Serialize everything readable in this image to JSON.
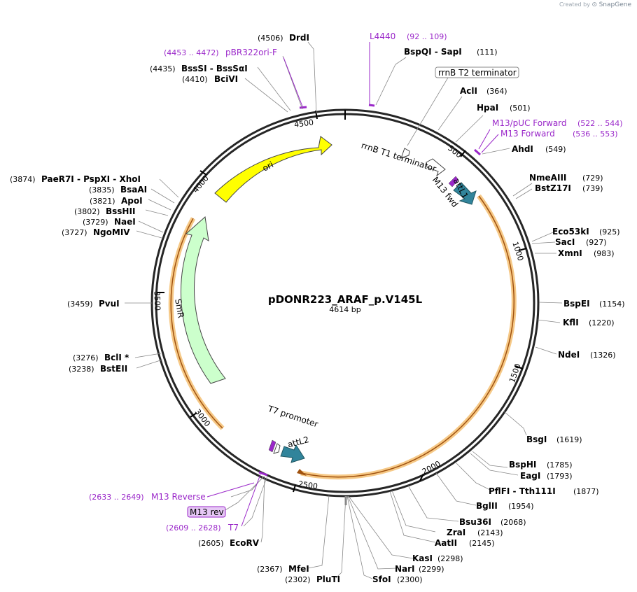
{
  "credit": {
    "prefix": "Created by",
    "brand": "SnapGene"
  },
  "plasmid": {
    "name": "pDONR223_ARAF_p.V145L",
    "length_label": "4614 bp",
    "length": 4614
  },
  "colors": {
    "primer": "#9a27c9",
    "ori": "#ffff00",
    "smr": "#ccffcc",
    "att": "#31849b",
    "orf": "#f6c987",
    "orf_line": "#a0520f",
    "backbone": "#262626"
  },
  "ticks": [
    "500",
    "1000",
    "1500",
    "2000",
    "2500",
    "3000",
    "3500",
    "4000",
    "4500"
  ],
  "features": {
    "ori": "ori",
    "smr": "SmR",
    "rrnb_t1": "rrnB T1 terminator",
    "rrnb_t2": "rrnB T2 terminator",
    "m13_fwd": "M13 fwd",
    "attl1": "attL1",
    "t7_promoter": "T7 promoter",
    "attl2": "attL2",
    "m13_rev": "M13 rev"
  },
  "enzymes": [
    {
      "id": "drdi",
      "name": "DrdI",
      "pos": "(4506)"
    },
    {
      "id": "bssqi",
      "name": "BspQI  -  SapI",
      "pos": "(111)"
    },
    {
      "id": "acli",
      "name": "AclI",
      "pos": "(364)"
    },
    {
      "id": "hpai",
      "name": "HpaI",
      "pos": "(501)"
    },
    {
      "id": "ahdi",
      "name": "AhdI",
      "pos": "(549)"
    },
    {
      "id": "nmeaiii",
      "name": "NmeAIII",
      "pos": "(729)"
    },
    {
      "id": "bstz17i",
      "name": "BstZ17I",
      "pos": "(739)"
    },
    {
      "id": "eco53ki",
      "name": "Eco53kI",
      "pos": "(925)"
    },
    {
      "id": "saci",
      "name": "SacI",
      "pos": "(927)"
    },
    {
      "id": "xmni",
      "name": "XmnI",
      "pos": "(983)"
    },
    {
      "id": "bspei",
      "name": "BspEI",
      "pos": "(1154)"
    },
    {
      "id": "kfli",
      "name": "KflI",
      "pos": "(1220)"
    },
    {
      "id": "ndei",
      "name": "NdeI",
      "pos": "(1326)"
    },
    {
      "id": "bsgi",
      "name": "BsgI",
      "pos": "(1619)"
    },
    {
      "id": "bsphi",
      "name": "BspHI",
      "pos": "(1785)"
    },
    {
      "id": "eagi",
      "name": "EagI",
      "pos": "(1793)"
    },
    {
      "id": "pflfi",
      "name": "PflFI  -  Tth111I",
      "pos": "(1877)"
    },
    {
      "id": "bglii",
      "name": "BglII",
      "pos": "(1954)"
    },
    {
      "id": "bsu36i",
      "name": "Bsu36I",
      "pos": "(2068)"
    },
    {
      "id": "zrai",
      "name": "ZraI",
      "pos": "(2143)"
    },
    {
      "id": "aatii",
      "name": "AatII",
      "pos": "(2145)"
    },
    {
      "id": "kasi",
      "name": "KasI",
      "pos": "(2298)"
    },
    {
      "id": "nari",
      "name": "NarI",
      "pos": "(2299)"
    },
    {
      "id": "sfoi",
      "name": "SfoI",
      "pos": "(2300)"
    },
    {
      "id": "pluti",
      "name": "PluTI",
      "pos": "(2302)"
    },
    {
      "id": "mfei",
      "name": "MfeI",
      "pos": "(2367)"
    },
    {
      "id": "ecorv",
      "name": "EcoRV",
      "pos": "(2605)"
    },
    {
      "id": "bsteii",
      "name": "BstEII",
      "pos": "(3238)"
    },
    {
      "id": "bcli",
      "name": "BclI *",
      "pos": "(3276)"
    },
    {
      "id": "pvui",
      "name": "PvuI",
      "pos": "(3459)"
    },
    {
      "id": "ngomiv",
      "name": "NgoMIV",
      "pos": "(3727)"
    },
    {
      "id": "naei",
      "name": "NaeI",
      "pos": "(3729)"
    },
    {
      "id": "bsshii",
      "name": "BssHII",
      "pos": "(3802)"
    },
    {
      "id": "apoi",
      "name": "ApoI",
      "pos": "(3821)"
    },
    {
      "id": "bsaai",
      "name": "BsaAI",
      "pos": "(3835)"
    },
    {
      "id": "paer7i",
      "name": "PaeR7I  -  PspXI  -  XhoI",
      "pos": "(3874)"
    },
    {
      "id": "bcivi",
      "name": "BciVI",
      "pos": "(4410)"
    },
    {
      "id": "bsssi",
      "name": "BssSI  -  BssSαI",
      "pos": "(4435)"
    }
  ],
  "primers": [
    {
      "id": "l4440",
      "name": "L4440",
      "pos": "(92 .. 109)"
    },
    {
      "id": "m13puc",
      "name": "M13/pUC Forward",
      "pos": "(522 .. 544)"
    },
    {
      "id": "m13f",
      "name": "M13 Forward",
      "pos": "(536 .. 553)"
    },
    {
      "id": "pbr322",
      "name": "pBR322ori-F",
      "pos": "(4453 .. 4472)"
    },
    {
      "id": "m13r",
      "name": "M13 Reverse",
      "pos": "(2633 .. 2649)"
    },
    {
      "id": "t7",
      "name": "T7",
      "pos": "(2609 .. 2628)"
    }
  ]
}
